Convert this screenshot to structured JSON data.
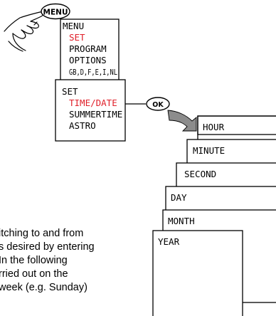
{
  "colors": {
    "line": "#000000",
    "highlight": "#e0202a",
    "arrow_fill": "#8c8c8c",
    "background": "#ffffff"
  },
  "icons": {
    "hand": "pointing-hand-icon",
    "arrow": "curved-arrow-icon"
  },
  "menu_button": {
    "label": "MENU"
  },
  "menu_panel": {
    "items": [
      "MENU",
      "SET",
      "PROGRAM",
      "OPTIONS",
      "GB,D,F,E,I,NL"
    ],
    "highlighted_index": 1
  },
  "set_panel": {
    "items": [
      "SET",
      "TIME/DATE",
      "SUMMERTIME",
      "ASTRO"
    ],
    "highlighted_index": 1
  },
  "ok_button": {
    "label": "OK"
  },
  "stacked_screens": [
    "HOUR",
    "MINUTE",
    "SECOND",
    "DAY",
    "MONTH",
    "YEAR"
  ],
  "body_text": [
    "itching to and from",
    "s desired by entering",
    " In the following",
    "rried out on the",
    "week (e.g. Sunday)"
  ]
}
